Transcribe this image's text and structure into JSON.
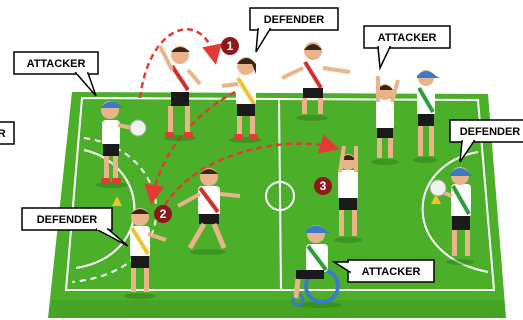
{
  "labels": {
    "attacker_top_left": "ATTACKER",
    "defender_top": "DEFENDER",
    "attacker_top_right": "ATTACKER",
    "defender_right": "DEFENDER",
    "attacker_left_edge": "ER",
    "defender_left": "DEFENDER",
    "attacker_bottom": "ATTACKER"
  },
  "step_markers": [
    "1",
    "2",
    "3"
  ],
  "colors": {
    "court_green": "#4caf2a",
    "court_dark": "#3b8e1d",
    "court_lines": "#ffffff",
    "pass_arrow": "#e53935",
    "marker_fill": "#8b1a1a",
    "jersey_white": "#ffffff",
    "shorts_black": "#1a1a1a",
    "cap_blue": "#3b7ac9",
    "sash_red": "#d32f2f",
    "sash_yellow": "#f2c12e",
    "sash_green": "#2e9e3c",
    "skin": "#e9b48a",
    "hair": "#3a2418"
  }
}
